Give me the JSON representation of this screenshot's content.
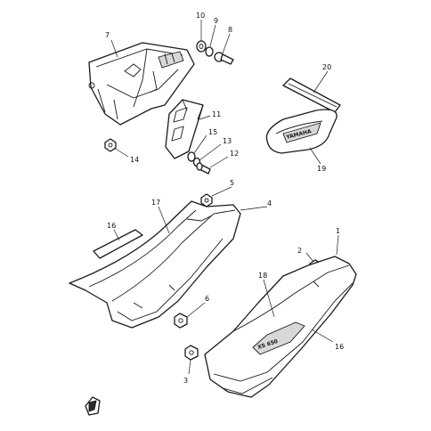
{
  "callouts": {
    "p1": "1",
    "p2": "2",
    "p3": "3",
    "p4": "4",
    "p5": "5",
    "p6": "6",
    "p7": "7",
    "p8": "8",
    "p9": "9",
    "p10": "10",
    "p11": "11",
    "p12": "12",
    "p13": "13",
    "p14": "14",
    "p15": "15",
    "p16a": "16",
    "p16b": "16",
    "p17": "17",
    "p18": "18",
    "p19": "19",
    "p20": "20"
  },
  "labels": {
    "emblem_logo": "YAMAHA"
  }
}
